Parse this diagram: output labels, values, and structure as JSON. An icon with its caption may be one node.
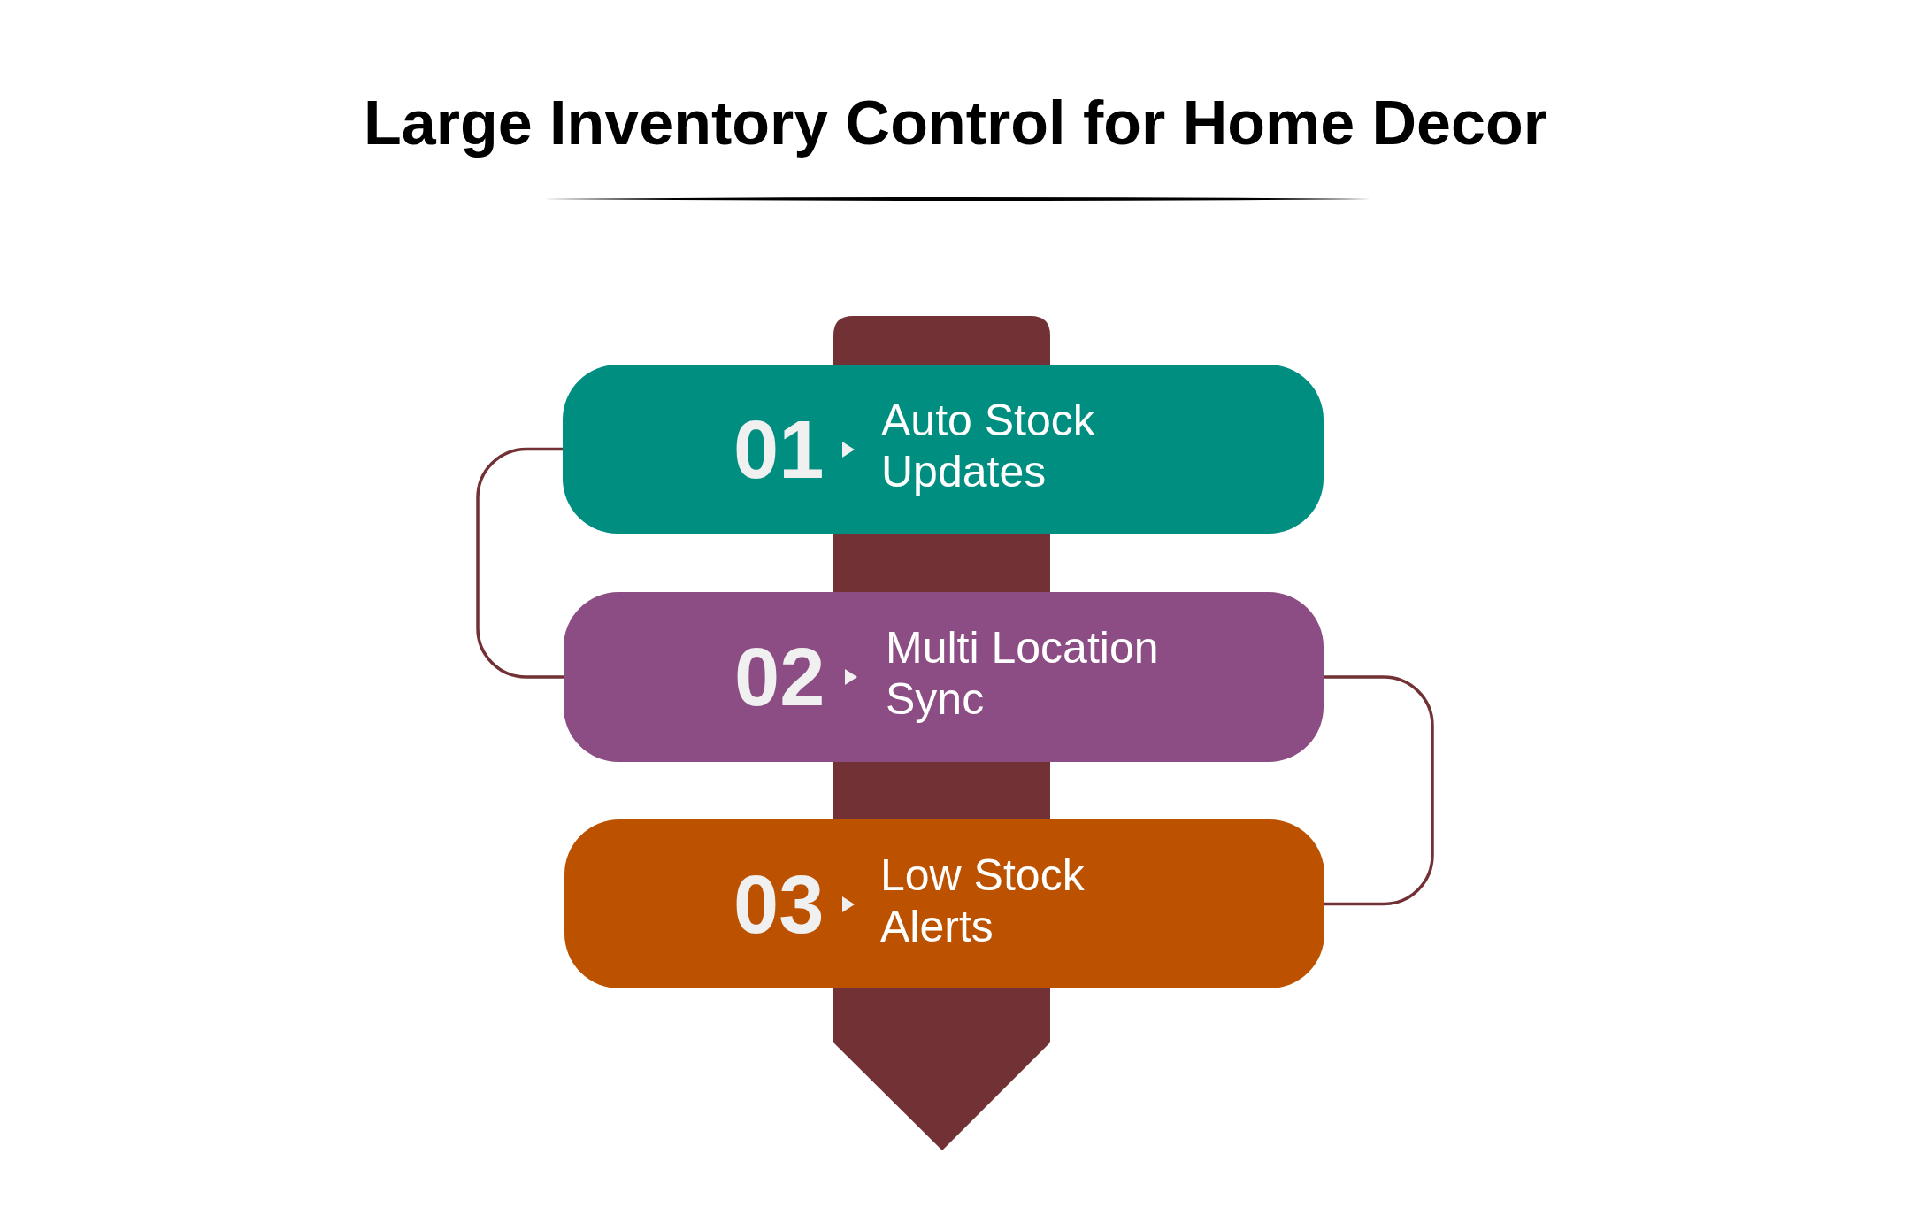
{
  "diagram": {
    "title": "Large Inventory Control for Home Decor",
    "nodes": [
      {
        "text": [
          "01",
          "Auto Stock Updates"
        ]
      },
      {
        "text": [
          "02",
          "Multi Location Sync"
        ]
      },
      {
        "text": [
          "03",
          "Low Stock Alerts"
        ]
      }
    ],
    "edges": [
      {
        "from": 0,
        "to": 1,
        "arrow": "none"
      },
      {
        "from": 1,
        "to": 2,
        "arrow": "none"
      }
    ]
  }
}
